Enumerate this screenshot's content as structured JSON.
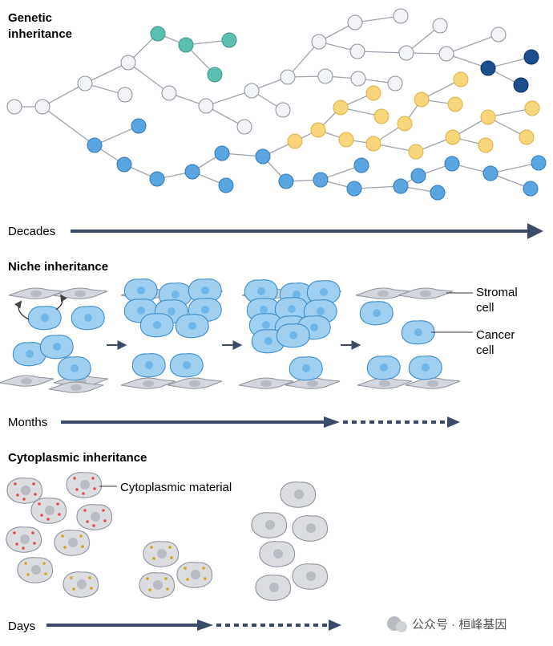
{
  "sections": {
    "genetic": {
      "title_line1": "Genetic",
      "title_line2": "inheritance",
      "timescale": "Decades"
    },
    "niche": {
      "title": "Niche inheritance",
      "timescale": "Months",
      "stromal_label_line1": "Stromal",
      "stromal_label_line2": "cell",
      "cancer_label_line1": "Cancer",
      "cancer_label_line2": "cell"
    },
    "cytoplasmic": {
      "title": "Cytoplasmic inheritance",
      "timescale": "Days",
      "material_label": "Cytoplasmic material"
    }
  },
  "watermark": "公众号 · 桓峰基因",
  "colors": {
    "arrow": "#3a4a68",
    "node_white": "#f2f3f7",
    "node_teal": "#5bbfb0",
    "node_blue": "#5aa6e0",
    "node_yellow": "#f7d77a",
    "node_navy": "#1c4d8c",
    "cancer_cell": "#9fd0f2",
    "stromal_cell": "#d3d6dc",
    "cyto_cell": "#dcdde1",
    "red_dot": "#e0504a",
    "gold_dot": "#d9a321"
  }
}
